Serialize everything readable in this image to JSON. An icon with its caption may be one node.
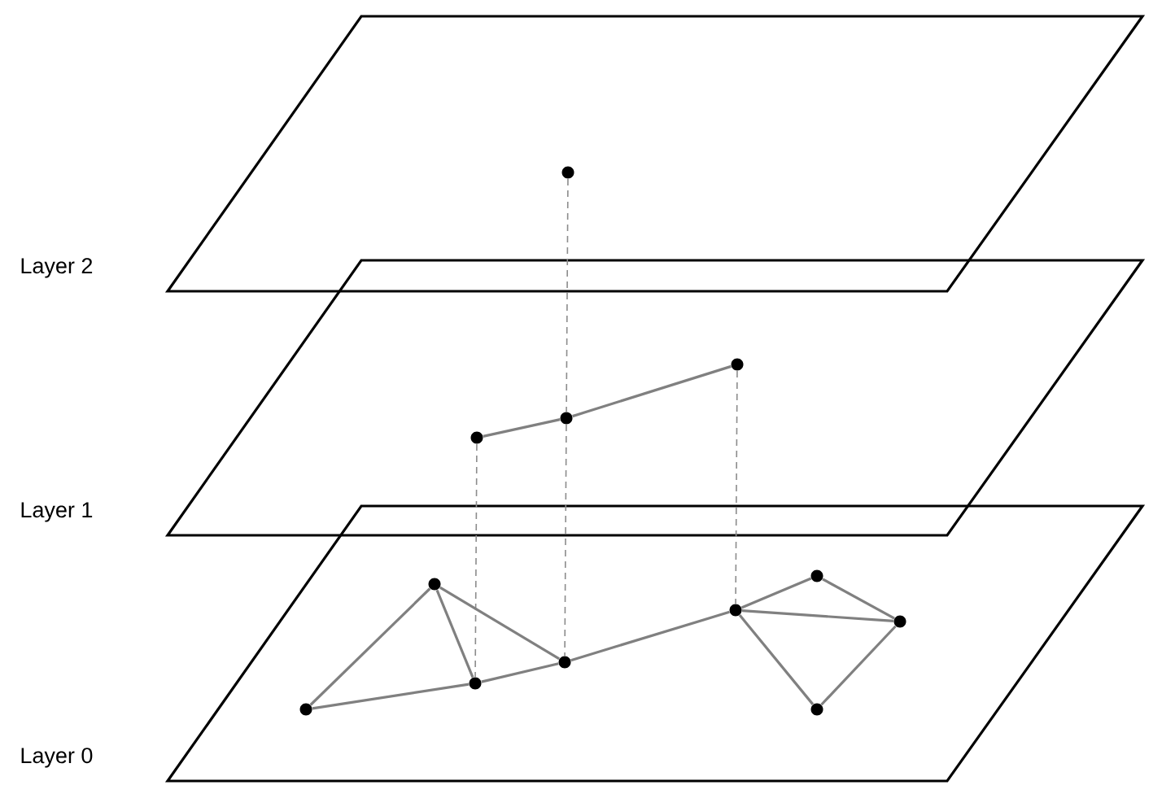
{
  "diagram": {
    "nodes": [
      {
        "text": [
          "Layer 2"
        ]
      },
      {
        "text": [],
        "shape": "circle",
        "in": 0
      },
      {
        "text": [
          "Layer 1"
        ]
      },
      {
        "text": [],
        "shape": "circle",
        "in": 2
      },
      {
        "text": [],
        "shape": "circle",
        "in": 2
      },
      {
        "text": [],
        "shape": "circle",
        "in": 2
      },
      {
        "text": [
          "Layer 0"
        ]
      },
      {
        "text": [],
        "shape": "circle",
        "in": 6
      },
      {
        "text": [],
        "shape": "circle",
        "in": 6
      },
      {
        "text": [],
        "shape": "circle",
        "in": 6
      },
      {
        "text": [],
        "shape": "circle",
        "in": 6
      },
      {
        "text": [],
        "shape": "circle",
        "in": 6
      },
      {
        "text": [],
        "shape": "circle",
        "in": 6
      },
      {
        "text": [],
        "shape": "circle",
        "in": 6
      },
      {
        "text": [],
        "shape": "circle",
        "in": 6
      }
    ],
    "edges": [
      {
        "from": 1,
        "to": 4,
        "arrow": "none",
        "style": "dashed"
      },
      {
        "from": 3,
        "to": 4,
        "arrow": "none"
      },
      {
        "from": 4,
        "to": 5,
        "arrow": "none"
      },
      {
        "from": 3,
        "to": 9,
        "arrow": "none",
        "style": "dashed"
      },
      {
        "from": 4,
        "to": 10,
        "arrow": "none",
        "style": "dashed"
      },
      {
        "from": 5,
        "to": 11,
        "arrow": "none",
        "style": "dashed"
      },
      {
        "from": 7,
        "to": 8,
        "arrow": "none"
      },
      {
        "from": 7,
        "to": 9,
        "arrow": "none"
      },
      {
        "from": 8,
        "to": 9,
        "arrow": "none"
      },
      {
        "from": 8,
        "to": 10,
        "arrow": "none"
      },
      {
        "from": 9,
        "to": 10,
        "arrow": "none"
      },
      {
        "from": 10,
        "to": 11,
        "arrow": "none"
      },
      {
        "from": 11,
        "to": 12,
        "arrow": "none"
      },
      {
        "from": 11,
        "to": 14,
        "arrow": "none"
      },
      {
        "from": 12,
        "to": 14,
        "arrow": "none"
      },
      {
        "from": 11,
        "to": 13,
        "arrow": "none"
      },
      {
        "from": 13,
        "to": 14,
        "arrow": "none"
      }
    ]
  }
}
